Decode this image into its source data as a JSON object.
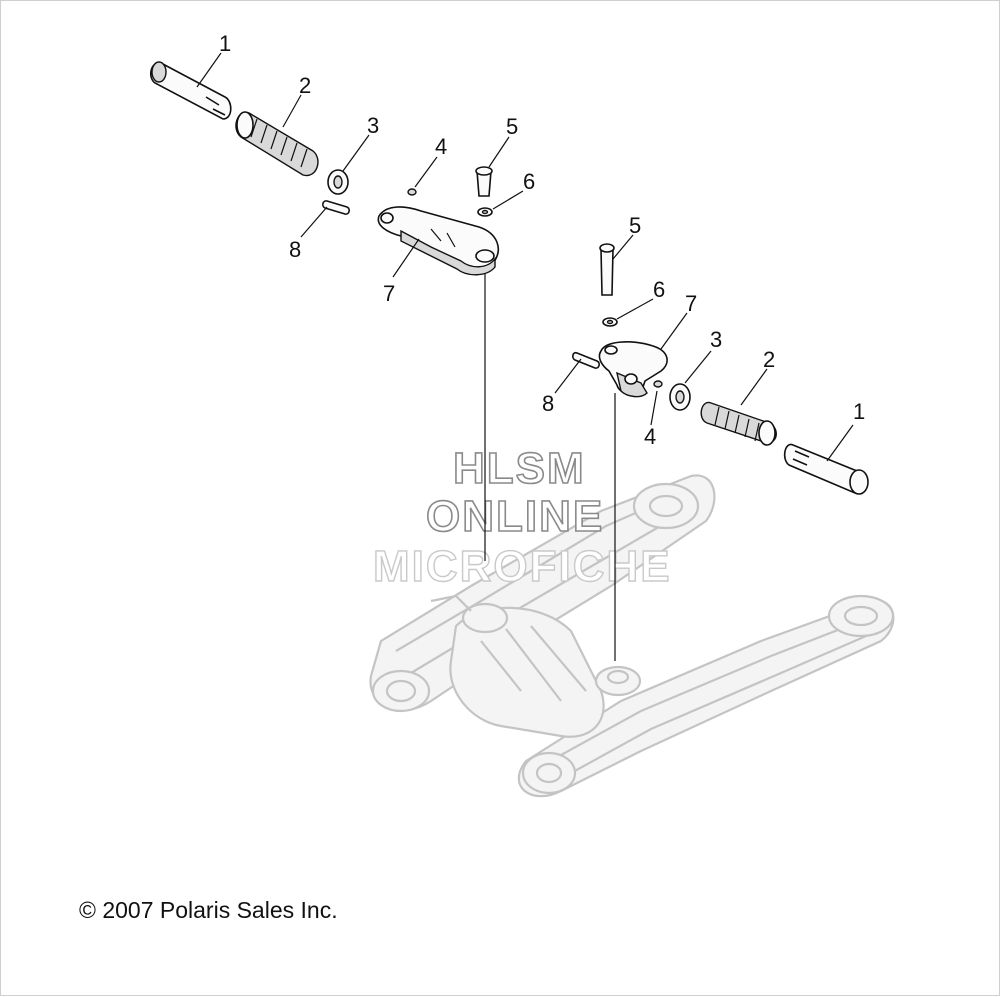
{
  "callouts_left": [
    "1",
    "2",
    "3",
    "4",
    "5",
    "6",
    "7",
    "8"
  ],
  "callouts_right": [
    "1",
    "2",
    "3",
    "4",
    "5",
    "6",
    "7",
    "8"
  ],
  "watermark": {
    "line1": "HLSM",
    "line2": "ONLINE",
    "line3": "MICROFICHE"
  },
  "copyright": "© 2007 Polaris Sales Inc."
}
